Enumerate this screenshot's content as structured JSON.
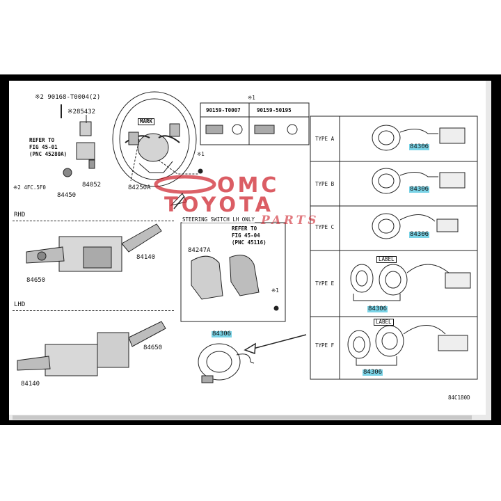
{
  "diagram": {
    "code": "84C180D",
    "labels": {
      "bolt_ref": "※2 90168-T0004(2)",
      "part_285432": "※285432",
      "refer_to_1a": "REFER TO",
      "refer_to_1b": "FIG 45-01",
      "refer_to_1c": "(PNC 45280A)",
      "note_2": "※2 4FC.5F0",
      "p84450": "84450",
      "p84052": "84052",
      "mark": "MARK",
      "p84250a": "84250A",
      "note_1_top": "※1",
      "screw_a": "90159-T0007",
      "screw_b": "90159-50195",
      "note_1_small": "※1",
      "rhd": "RHD",
      "lhd": "LHD",
      "p84140_rhd": "84140",
      "p84650_rhd": "84650",
      "p84650_lhd": "84650",
      "p84140_lhd": "84140",
      "steering_switch": "STEERING SWITCH  LH ONLY",
      "p84247a": "84247A",
      "refer_to_2a": "REFER TO",
      "refer_to_2b": "FIG 45-04",
      "refer_to_2c": "(PNC 45116)",
      "note_1_switch": "※1",
      "p84306_main": "84306"
    },
    "types": [
      {
        "name": "TYPE A",
        "part": "84306"
      },
      {
        "name": "TYPE B",
        "part": "84306"
      },
      {
        "name": "TYPE C",
        "part": "84306"
      },
      {
        "name": "TYPE E",
        "part": "84306",
        "label": "LABEL"
      },
      {
        "name": "TYPE F",
        "part": "84306",
        "label": "LABEL"
      }
    ]
  },
  "watermark": {
    "line1": "OMC",
    "line2": "TOYOTA",
    "line3": "PARTS"
  },
  "colors": {
    "highlight": "#7ad3e6",
    "watermark": "#cd1e28",
    "frame": "#000000"
  }
}
